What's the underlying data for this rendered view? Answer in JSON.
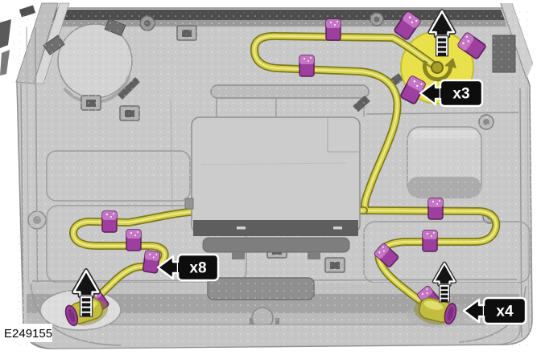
{
  "figure": {
    "reference_code": "E249155",
    "callouts": [
      {
        "name": "clip-count-grommet",
        "label": "x3"
      },
      {
        "name": "clip-count-left-run",
        "label": "x8"
      },
      {
        "name": "clip-count-right-run",
        "label": "x4"
      }
    ],
    "icons": [
      "direction-arrow-icon",
      "harness-clip-icon",
      "twist-lock-icon"
    ],
    "colors": {
      "harness_yellow": "#d6d24a",
      "harness_outline": "#7d7820",
      "clip_purple": "#9c3f9f",
      "highlight_yellow": "#e9e14c",
      "callout_bg": "#0d0d0d",
      "callout_text": "#ffffff",
      "panel_gray": "#c9c9c9"
    }
  }
}
